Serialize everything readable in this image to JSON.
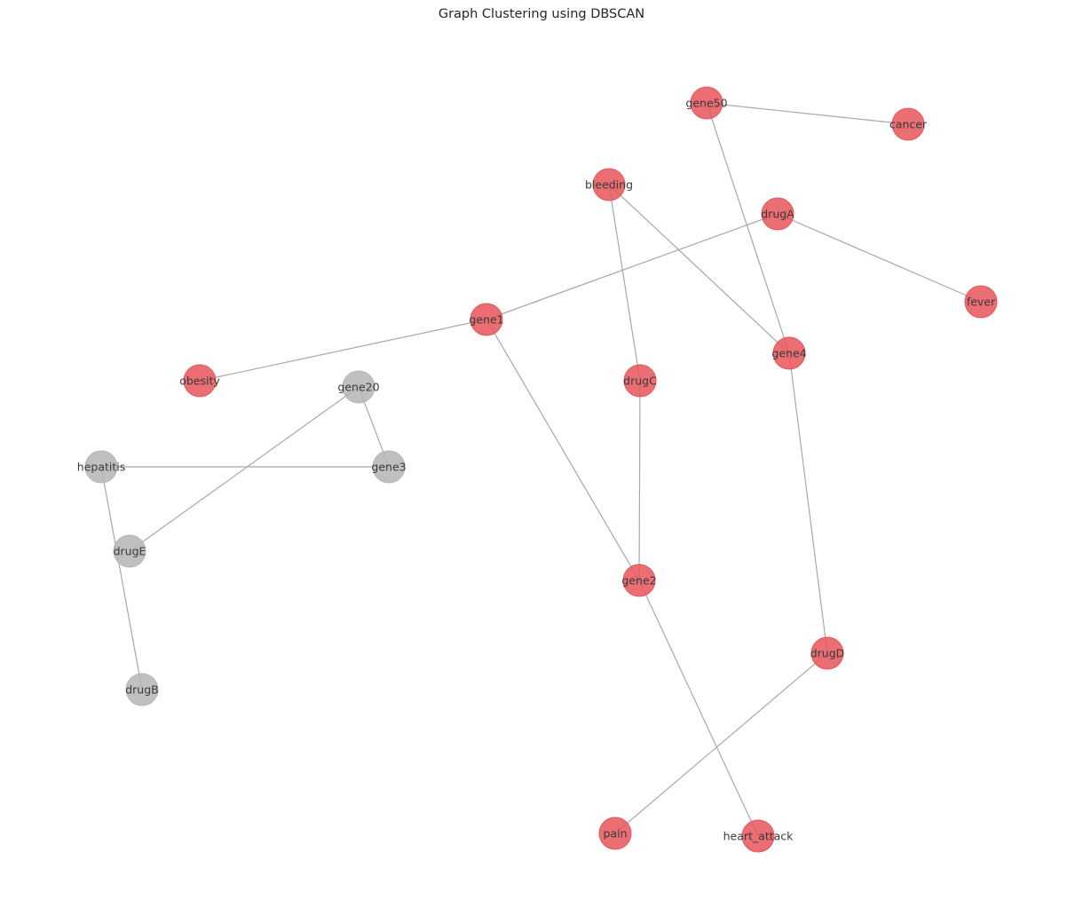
{
  "title": "Graph Clustering using DBSCAN",
  "colors": {
    "cluster": "#e8555b",
    "noise": "#b5b5b5",
    "edge": "#a8a8a8"
  },
  "nodes": [
    {
      "id": "gene50",
      "group": "cluster"
    },
    {
      "id": "cancer",
      "group": "cluster"
    },
    {
      "id": "bleeding",
      "group": "cluster"
    },
    {
      "id": "drugA",
      "group": "cluster"
    },
    {
      "id": "fever",
      "group": "cluster"
    },
    {
      "id": "gene1",
      "group": "cluster"
    },
    {
      "id": "gene4",
      "group": "cluster"
    },
    {
      "id": "obesity",
      "group": "cluster"
    },
    {
      "id": "drugC",
      "group": "cluster"
    },
    {
      "id": "gene2",
      "group": "cluster"
    },
    {
      "id": "drugD",
      "group": "cluster"
    },
    {
      "id": "pain",
      "group": "cluster"
    },
    {
      "id": "heart_attack",
      "group": "cluster"
    },
    {
      "id": "gene20",
      "group": "noise"
    },
    {
      "id": "hepatitis",
      "group": "noise"
    },
    {
      "id": "gene3",
      "group": "noise"
    },
    {
      "id": "drugE",
      "group": "noise"
    },
    {
      "id": "drugB",
      "group": "noise"
    }
  ],
  "edges": [
    [
      "gene50",
      "cancer"
    ],
    [
      "gene50",
      "gene4"
    ],
    [
      "bleeding",
      "drugC"
    ],
    [
      "bleeding",
      "gene4"
    ],
    [
      "drugA",
      "gene1"
    ],
    [
      "drugA",
      "fever"
    ],
    [
      "gene1",
      "obesity"
    ],
    [
      "gene1",
      "gene2"
    ],
    [
      "drugC",
      "gene2"
    ],
    [
      "gene4",
      "drugD"
    ],
    [
      "drugD",
      "pain"
    ],
    [
      "gene2",
      "heart_attack"
    ],
    [
      "gene20",
      "gene3"
    ],
    [
      "gene20",
      "drugE"
    ],
    [
      "hepatitis",
      "gene3"
    ],
    [
      "hepatitis",
      "drugB"
    ]
  ]
}
